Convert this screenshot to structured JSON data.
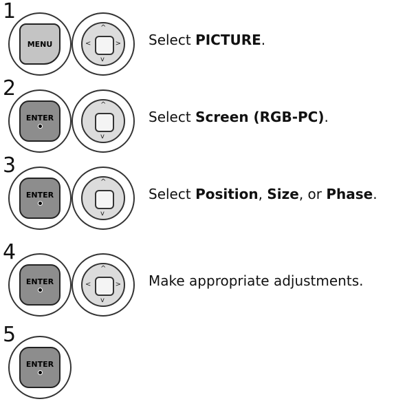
{
  "steps": [
    {
      "number": "1",
      "key_label": "MENU",
      "instruction_prefix": "Select ",
      "bold": "PICTURE",
      "suffix": "."
    },
    {
      "number": "2",
      "key_label": "ENTER",
      "instruction_prefix": "Select ",
      "bold": "Screen (RGB-PC)",
      "suffix": "."
    },
    {
      "number": "3",
      "key_label": "ENTER",
      "instruction_prefix": "Select ",
      "bold1": "Position",
      "sep1": ", ",
      "bold2": "Size",
      "sep2": ", or ",
      "bold3": "Phase",
      "suffix": "."
    },
    {
      "number": "4",
      "key_label": "ENTER",
      "instruction": "Make appropriate adjustments."
    },
    {
      "number": "5",
      "key_label": "ENTER"
    }
  ],
  "arrows": {
    "up": "^",
    "down": "v",
    "left": "<",
    "right": ">"
  }
}
